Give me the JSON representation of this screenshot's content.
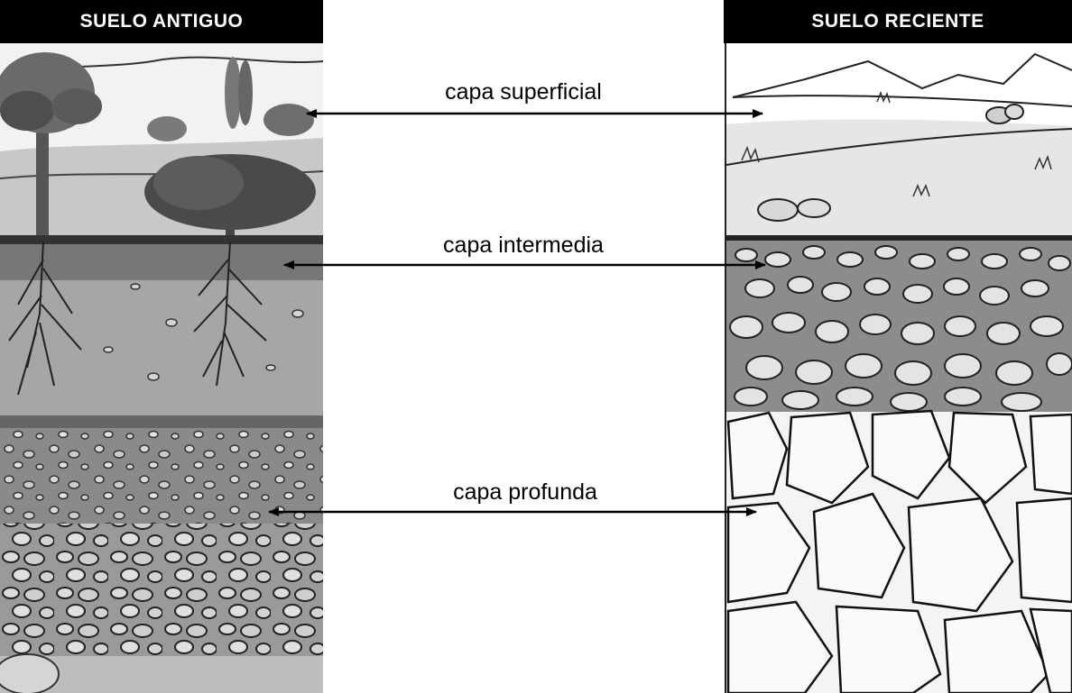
{
  "left_panel": {
    "title": "SUELO ANTIGUO"
  },
  "right_panel": {
    "title": "SUELO RECIENTE"
  },
  "layers": [
    {
      "label": "capa superficial"
    },
    {
      "label": "capa intermedia"
    },
    {
      "label": "capa profunda"
    }
  ]
}
